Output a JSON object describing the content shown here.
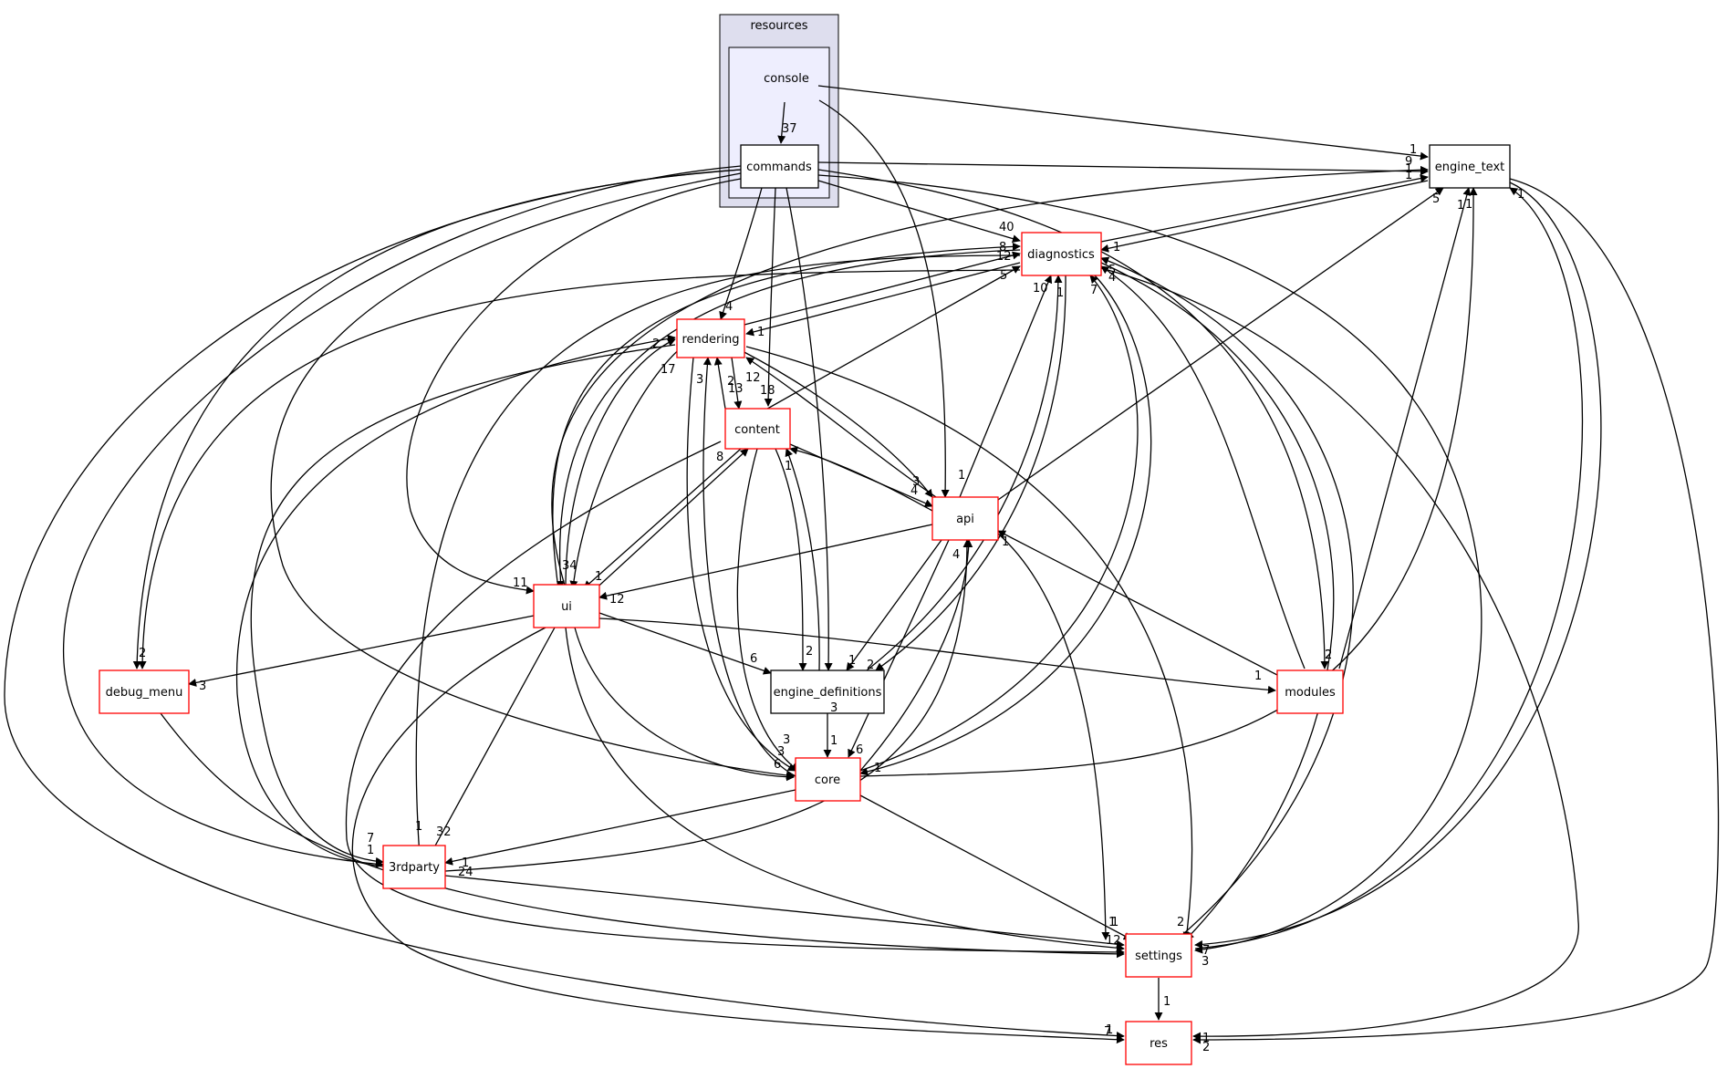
{
  "clusters": [
    {
      "id": "resources",
      "label": "resources"
    },
    {
      "id": "console",
      "label": "console"
    }
  ],
  "nodes": [
    {
      "id": "commands",
      "label": "commands",
      "style": "plain"
    },
    {
      "id": "engine_text",
      "label": "engine_text",
      "style": "plain"
    },
    {
      "id": "diagnostics",
      "label": "diagnostics",
      "style": "red"
    },
    {
      "id": "rendering",
      "label": "rendering",
      "style": "red"
    },
    {
      "id": "content",
      "label": "content",
      "style": "red"
    },
    {
      "id": "api",
      "label": "api",
      "style": "red"
    },
    {
      "id": "ui",
      "label": "ui",
      "style": "red"
    },
    {
      "id": "debug_menu",
      "label": "debug_menu",
      "style": "red"
    },
    {
      "id": "engine_definitions",
      "label": "engine_definitions",
      "style": "plain"
    },
    {
      "id": "modules",
      "label": "modules",
      "style": "red"
    },
    {
      "id": "core",
      "label": "core",
      "style": "red"
    },
    {
      "id": "3rdparty",
      "label": "3rdparty",
      "style": "red"
    },
    {
      "id": "settings",
      "label": "settings",
      "style": "red"
    },
    {
      "id": "res",
      "label": "res",
      "style": "red"
    }
  ],
  "edge_labels": [
    {
      "id": "console_commands",
      "text": "37"
    },
    {
      "id": "console_engine_text",
      "text": "1"
    },
    {
      "id": "commands_engine_text",
      "text": "9"
    },
    {
      "id": "commands_diagnostics",
      "text": "40"
    },
    {
      "id": "commands_rendering",
      "text": "4"
    },
    {
      "id": "commands_ui",
      "text": "11"
    },
    {
      "id": "commands_modules",
      "text": "2"
    },
    {
      "id": "commands_debug_menu",
      "text": "2"
    },
    {
      "id": "commands_3rdparty",
      "text": "7"
    },
    {
      "id": "commands_settings",
      "text": "7"
    },
    {
      "id": "commands_res",
      "text": "7"
    },
    {
      "id": "commands_core",
      "text": "6"
    },
    {
      "id": "commands_engdef",
      "text": "3"
    },
    {
      "id": "console_api",
      "text": "1"
    },
    {
      "id": "diag_engine_text",
      "text": "1"
    },
    {
      "id": "engine_text_diag",
      "text": "1"
    },
    {
      "id": "ui_engine_text",
      "text": "1"
    },
    {
      "id": "api_engine_text",
      "text": "5"
    },
    {
      "id": "modules_engine_text",
      "text": "1"
    },
    {
      "id": "core_engine_text",
      "text": "1"
    },
    {
      "id": "settings_engine_text",
      "text": "1"
    },
    {
      "id": "rendering_diag",
      "text": "12"
    },
    {
      "id": "ui_diag",
      "text": "8"
    },
    {
      "id": "content_diag",
      "text": "5"
    },
    {
      "id": "api_diag",
      "text": "10"
    },
    {
      "id": "engdef_diag",
      "text": "1"
    },
    {
      "id": "core_diag",
      "text": "7"
    },
    {
      "id": "modules_diag",
      "text": "4"
    },
    {
      "id": "settings_diag",
      "text": "5"
    },
    {
      "id": "diag_rendering",
      "text": "1"
    },
    {
      "id": "ui_rendering",
      "text": "2"
    },
    {
      "id": "ui_rendering_b",
      "text": "17"
    },
    {
      "id": "content_rendering",
      "text": "2"
    },
    {
      "id": "api_rendering",
      "text": "12"
    },
    {
      "id": "rendering_content",
      "text": "13"
    },
    {
      "id": "rendering_core",
      "text": "3"
    },
    {
      "id": "api_content",
      "text": "18"
    },
    {
      "id": "content_api",
      "text": "3"
    },
    {
      "id": "rendering_api",
      "text": "4"
    },
    {
      "id": "ui_content",
      "text": "8"
    },
    {
      "id": "content_ui",
      "text": "1"
    },
    {
      "id": "content_engdef",
      "text": "2"
    },
    {
      "id": "engdef_content",
      "text": "1"
    },
    {
      "id": "api_ui",
      "text": "12"
    },
    {
      "id": "diag_ui",
      "text": "34"
    },
    {
      "id": "api_engdef",
      "text": "1"
    },
    {
      "id": "ui_engdef",
      "text": "6"
    },
    {
      "id": "diag_engdef",
      "text": "2"
    },
    {
      "id": "ui_debug_menu",
      "text": "3"
    },
    {
      "id": "ui_modules",
      "text": "1"
    },
    {
      "id": "api_modules",
      "text": "1"
    },
    {
      "id": "modules_modules",
      "text": "2"
    },
    {
      "id": "engdef_core",
      "text": "1"
    },
    {
      "id": "api_core",
      "text": "6"
    },
    {
      "id": "ui_core",
      "text": "3"
    },
    {
      "id": "content_core",
      "text": "3"
    },
    {
      "id": "core_api",
      "text": "4"
    },
    {
      "id": "api_3rdparty",
      "text": "1"
    },
    {
      "id": "ui_3rdparty",
      "text": "32"
    },
    {
      "id": "diag_3rdparty",
      "text": "1"
    },
    {
      "id": "rendering_3rdparty",
      "text": "1"
    },
    {
      "id": "3rdparty_24",
      "text": "24"
    },
    {
      "id": "api_settings",
      "text": "1"
    },
    {
      "id": "rendering_settings",
      "text": "2"
    },
    {
      "id": "core_settings",
      "text": "1"
    },
    {
      "id": "ui_settings",
      "text": "12"
    },
    {
      "id": "settings_3",
      "text": "3"
    },
    {
      "id": "settings_res",
      "text": "1"
    },
    {
      "id": "diag_res",
      "text": "2"
    },
    {
      "id": "ui_res",
      "text": "1"
    },
    {
      "id": "engine_text_res",
      "text": "1"
    },
    {
      "id": "core_core",
      "text": "1"
    }
  ]
}
